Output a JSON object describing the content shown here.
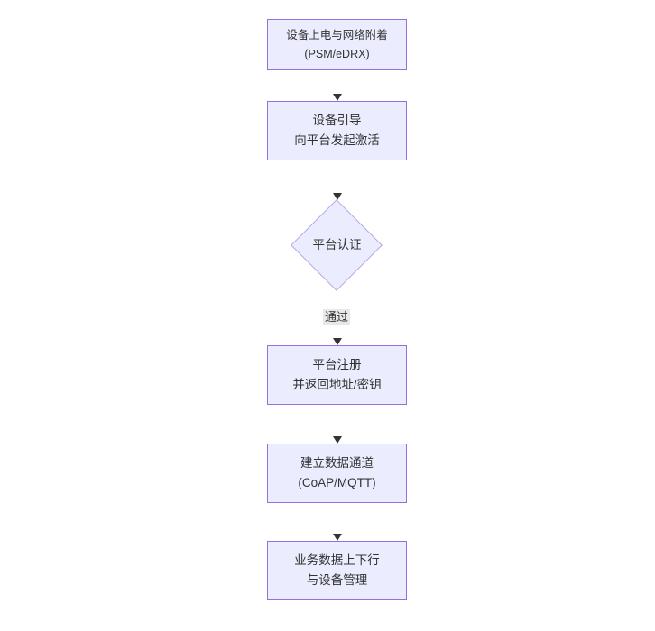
{
  "diagram": {
    "type": "flowchart",
    "direction": "top-down",
    "nodes": [
      {
        "id": "power-attach",
        "shape": "rect",
        "lines": [
          "设备上电与网络附着",
          "(PSM/eDRX)"
        ]
      },
      {
        "id": "bootstrap",
        "shape": "rect",
        "lines": [
          "设备引导",
          "向平台发起激活"
        ]
      },
      {
        "id": "platform-auth",
        "shape": "diamond",
        "lines": [
          "平台认证"
        ]
      },
      {
        "id": "register",
        "shape": "rect",
        "lines": [
          "平台注册",
          "并返回地址/密钥"
        ]
      },
      {
        "id": "data-channel",
        "shape": "rect",
        "lines": [
          "建立数据通道",
          "(CoAP/MQTT)"
        ]
      },
      {
        "id": "business",
        "shape": "rect",
        "lines": [
          "业务数据上下行",
          "与设备管理"
        ]
      }
    ],
    "edges": [
      {
        "from": "power-attach",
        "to": "bootstrap",
        "label": ""
      },
      {
        "from": "bootstrap",
        "to": "platform-auth",
        "label": ""
      },
      {
        "from": "platform-auth",
        "to": "register",
        "label": "通过"
      },
      {
        "from": "register",
        "to": "data-channel",
        "label": ""
      },
      {
        "from": "data-channel",
        "to": "business",
        "label": ""
      }
    ],
    "colors": {
      "node_fill": "#ECECFF",
      "node_border": "#9370DB",
      "diamond_border": "#B9A7E6",
      "arrow": "#333333",
      "text": "#333333",
      "edge_label_bg": "#E8E8E8",
      "background": "#FFFFFF"
    }
  }
}
